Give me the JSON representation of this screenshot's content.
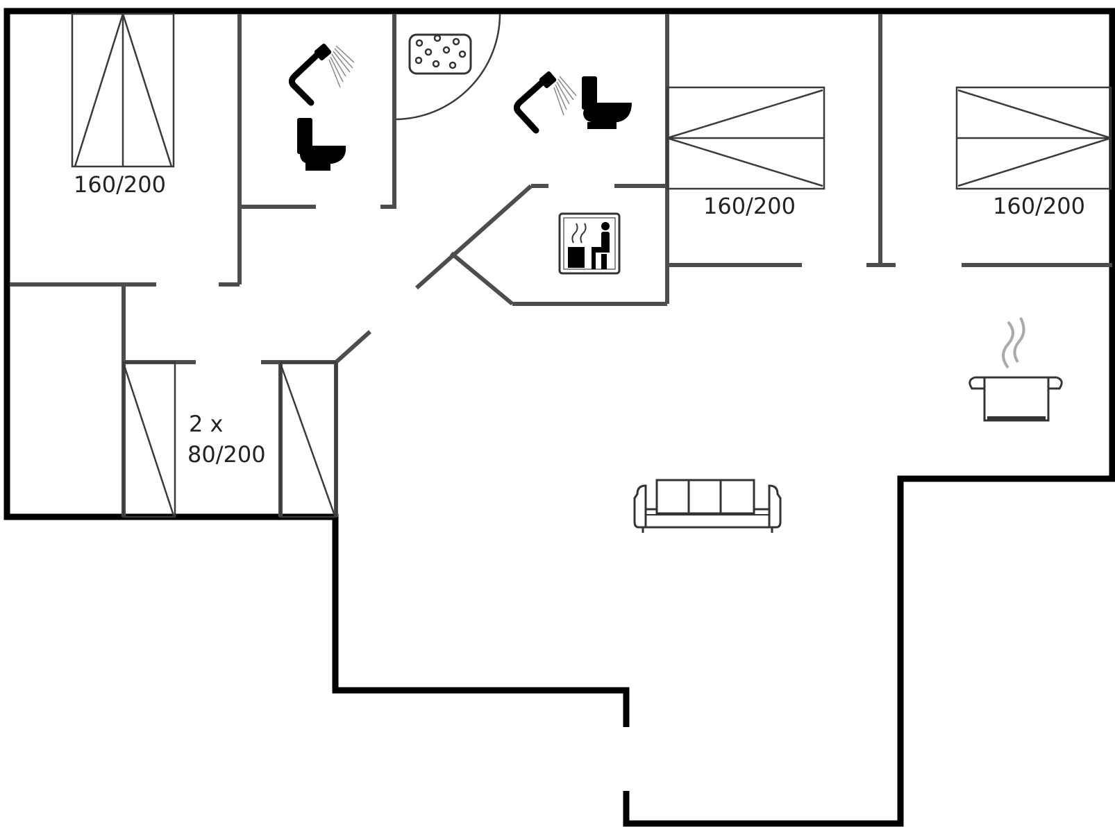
{
  "plan": {
    "bed_labels": {
      "bedroom_1": "160/200",
      "bedroom_2": "160/200",
      "bedroom_3": "160/200",
      "bedroom_4_line1": "2 x",
      "bedroom_4_line2": "80/200"
    },
    "icons": [
      "shower-icon",
      "toilet-icon",
      "jacuzzi-icon",
      "sauna-icon",
      "cooking-pot-icon",
      "sofa-icon"
    ],
    "colors": {
      "exterior_wall": "#000000",
      "interior_wall": "#4d4d4d",
      "background": "#ffffff"
    }
  }
}
